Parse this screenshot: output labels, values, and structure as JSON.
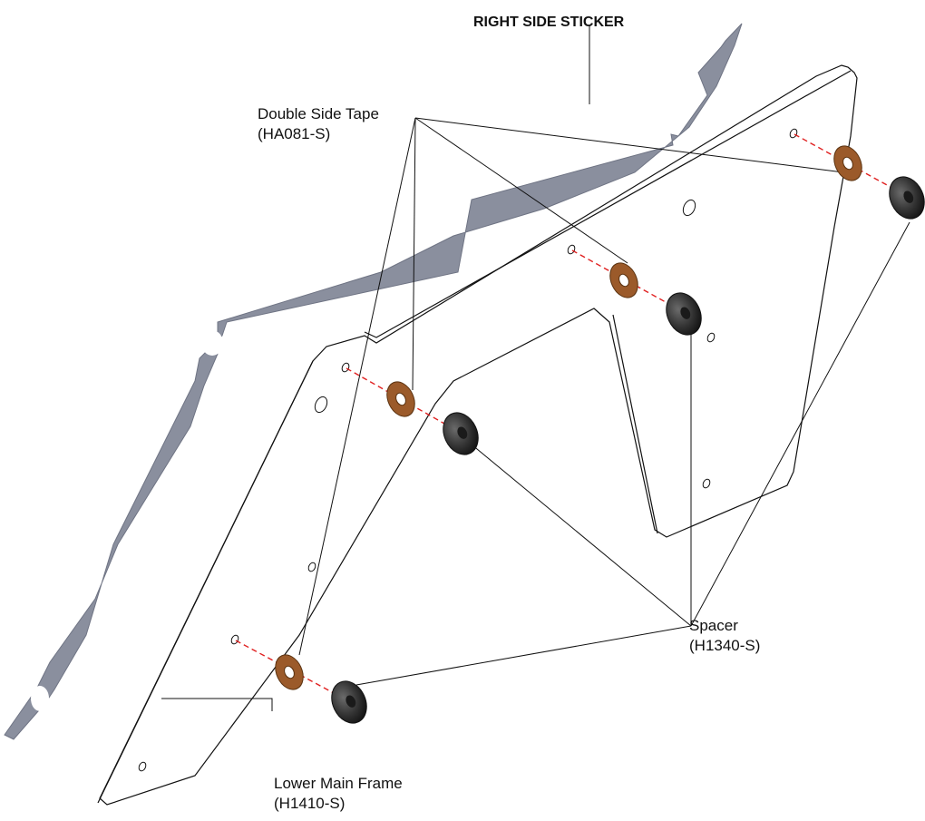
{
  "labels": {
    "sticker": {
      "title": "RIGHT SIDE STICKER"
    },
    "tape": {
      "name": "Double Side Tape",
      "part": "(HA081-S)"
    },
    "spacer": {
      "name": "Spacer",
      "part": "(H1340-S)"
    },
    "frame": {
      "name": "Lower Main Frame",
      "part": "(H1410-S)"
    }
  },
  "colors": {
    "sticker_fill": "#8a8f9e",
    "tape_fill": "#9b5a2a",
    "spacer_fill": "#3a3a3a",
    "axis_line": "#e02020",
    "outline": "#111111"
  }
}
